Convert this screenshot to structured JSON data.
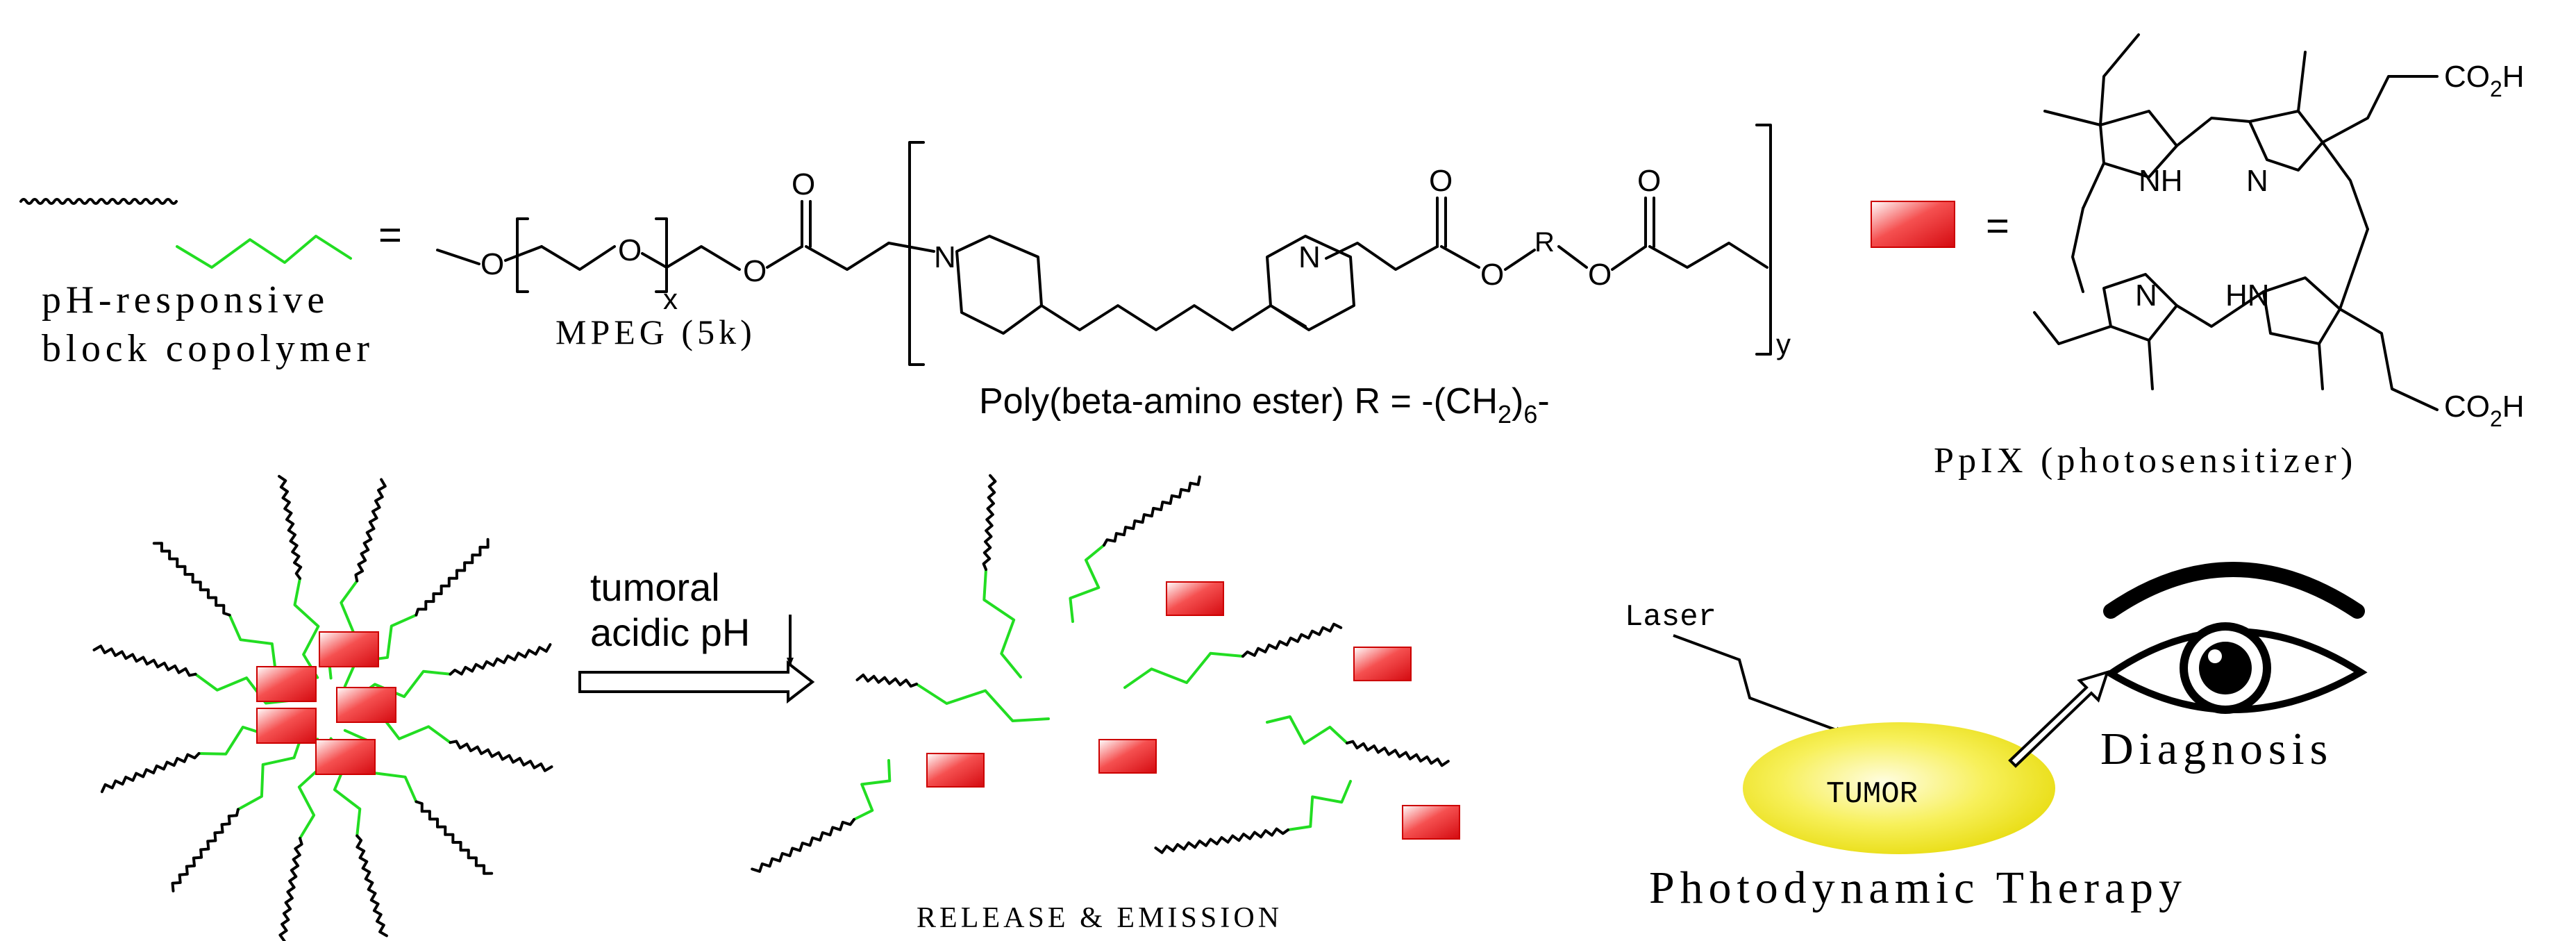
{
  "legend": {
    "polymer_label_line1": "pH-responsive",
    "polymer_label_line2": "block copolymer",
    "equals": "=",
    "mpeg_label": "MPEG (5k)",
    "mpeg_subscript": "x",
    "poly_label": "Poly(beta-amino ester) R = -(CH",
    "poly_sub2": "2",
    "poly_close": ")",
    "poly_sub6": "6",
    "poly_dash": "-",
    "poly_subscript_y": "y",
    "atom_O": "O",
    "atom_N": "N",
    "atom_R": "R",
    "photosensitizer_equals": "=",
    "ppix_label": "PpIX (photosensitizer)",
    "co2h_top": "CO",
    "co2h_bottom": "CO",
    "co2h_sub": "2",
    "co2h_H": "H",
    "nh_top": "NH",
    "hn_bottom": "HN",
    "n_right": "N",
    "n_left": "N"
  },
  "process": {
    "trigger_line1": "tumoral",
    "trigger_line2": "acidic pH",
    "release_label": "RELEASE & EMISSION"
  },
  "therapy": {
    "laser_label": "Laser",
    "tumor_label": "TUMOR",
    "diagnosis_label": "Diagnosis",
    "therapy_label": "Photodynamic Therapy"
  },
  "colors": {
    "polymer_hydrophobic": "#22dd22",
    "polymer_hydrophilic": "#000000",
    "photosensitizer": "#e8141a",
    "tumor": "#f2ec1c"
  }
}
